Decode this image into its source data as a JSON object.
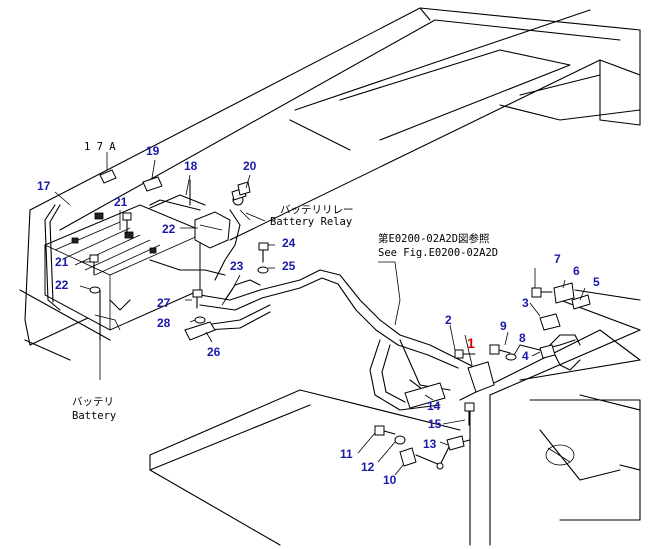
{
  "callouts": {
    "c1": "1",
    "c2": "2",
    "c3": "3",
    "c4": "4",
    "c5": "5",
    "c6": "6",
    "c7": "7",
    "c8": "8",
    "c9": "9",
    "c10": "10",
    "c11": "11",
    "c12": "12",
    "c13": "13",
    "c14": "14",
    "c15": "15",
    "c17": "17",
    "c17a": "1 7 A",
    "c18": "18",
    "c19": "19",
    "c20": "20",
    "c21a": "21",
    "c21b": "21",
    "c22a": "22",
    "c22b": "22",
    "c23": "23",
    "c24": "24",
    "c25": "25",
    "c26": "26",
    "c27": "27",
    "c28": "28"
  },
  "labels": {
    "battery_relay_jp": "バッテリリレー",
    "battery_relay_en": "Battery Relay",
    "see_fig_jp": "第E0200-02A2D図参照",
    "see_fig_en": "See Fig.E0200-02A2D",
    "battery_jp": "バッテリ",
    "battery_en": "Battery"
  },
  "colors": {
    "callout": "#1a1aa8",
    "highlight": "#e00000",
    "line": "#000000"
  }
}
